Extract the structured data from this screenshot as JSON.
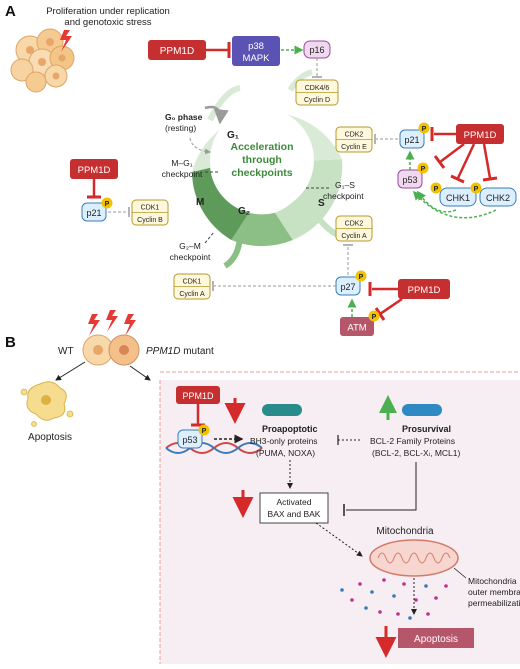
{
  "panel_a": {
    "letter": "A",
    "proliferation_caption_1": "Proliferation under replication",
    "proliferation_caption_2": "and genotoxic stress",
    "cycle_center_1": "Acceleration",
    "cycle_center_2": "through",
    "cycle_center_3": "checkpoints",
    "phase_g1": "G₁",
    "phase_s": "S",
    "phase_g2": "G₂",
    "phase_m": "M",
    "g0_1": "G₀ phase",
    "g0_2": "(resting)",
    "cp_m_g1_1": "M–G₁",
    "cp_m_g1_2": "checkpoint",
    "cp_g1_s_1": "G₁–S",
    "cp_g1_s_2": "checkpoint",
    "cp_g2_m_1": "G₂–M",
    "cp_g2_m_2": "checkpoint",
    "ppm1d": "PPM1D",
    "p38_1": "p38",
    "p38_2": "MAPK",
    "p16": "p16",
    "cdk46": "CDK4/6",
    "cyclin_d": "Cyclin D",
    "cdk2": "CDK2",
    "cyclin_e": "Cyclin E",
    "p21": "p21",
    "p53": "p53",
    "chk1": "CHK1",
    "chk2": "CHK2",
    "cdk1": "CDK1",
    "cyclin_b": "Cyclin B",
    "cyclin_a": "Cyclin A",
    "p27": "p27",
    "atm": "ATM",
    "p_badge": "P"
  },
  "panel_b": {
    "letter": "B",
    "wt": "WT",
    "mutant_gene": "PPM1D",
    "mutant_word": " mutant",
    "apoptosis_left": "Apoptosis",
    "ppm1d": "PPM1D",
    "p53": "p53",
    "p_badge": "P",
    "proapoptotic": "Proapoptotic",
    "bh3_1": "BH3-only proteins",
    "bh3_2": "(PUMA, NOXA)",
    "prosurvival": "Prosurvival",
    "bcl2_1": "BCL-2 Family Proteins",
    "bcl2_2": "(BCL-2, BCL-Xₗ, MCL1)",
    "activated_1": "Activated",
    "activated_2": "BAX and BAK",
    "mitochondria": "Mitochondria",
    "momp_1": "Mitochondria",
    "momp_2": "outer membrane",
    "momp_3": "permeabilization",
    "apoptosis_box": "Apoptosis"
  },
  "colors": {
    "ppm1d_fill": "#c62f2f",
    "inhibit_red": "#d42a2a",
    "p38_fill": "#5b53b3",
    "cycle_light": "#cfe5cc",
    "cycle_dark": "#5e9a5a",
    "p_badge": "#f2c200",
    "activation_green": "#4caf50",
    "panel_b_bg": "#f7eef4",
    "apoptosis_box": "#b5566b"
  }
}
